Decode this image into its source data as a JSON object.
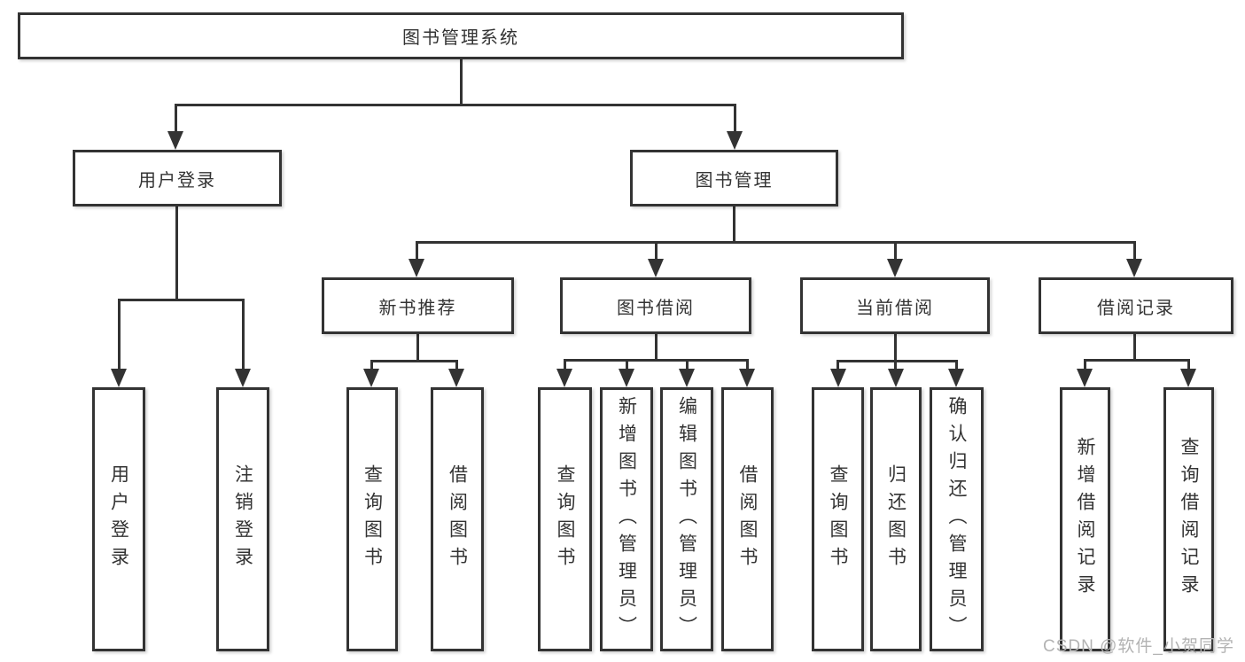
{
  "diagram_type": "hierarchy-tree",
  "colors": {
    "line": "#333333",
    "text": "#333333",
    "box_fill": "#ffffff",
    "watermark": "#b3b3b3",
    "background": "#ffffff"
  },
  "hierarchy": {
    "label": "图书管理系统",
    "children": [
      {
        "label": "用户登录",
        "children": [
          {
            "label": "用户登录"
          },
          {
            "label": "注销登录"
          }
        ]
      },
      {
        "label": "图书管理",
        "children": [
          {
            "label": "新书推荐",
            "children": [
              {
                "label": "查询图书"
              },
              {
                "label": "借阅图书"
              }
            ]
          },
          {
            "label": "图书借阅",
            "children": [
              {
                "label": "查询图书"
              },
              {
                "label": "新增图书（管理员）"
              },
              {
                "label": "编辑图书（管理员）"
              },
              {
                "label": "借阅图书"
              }
            ]
          },
          {
            "label": "当前借阅",
            "children": [
              {
                "label": "查询图书"
              },
              {
                "label": "归还图书"
              },
              {
                "label": "确认归还（管理员）"
              }
            ]
          },
          {
            "label": "借阅记录",
            "children": [
              {
                "label": "新增借阅记录"
              },
              {
                "label": "查询借阅记录"
              }
            ]
          }
        ]
      }
    ]
  },
  "watermark": {
    "text": "CSDN @软件_小贺同学"
  }
}
